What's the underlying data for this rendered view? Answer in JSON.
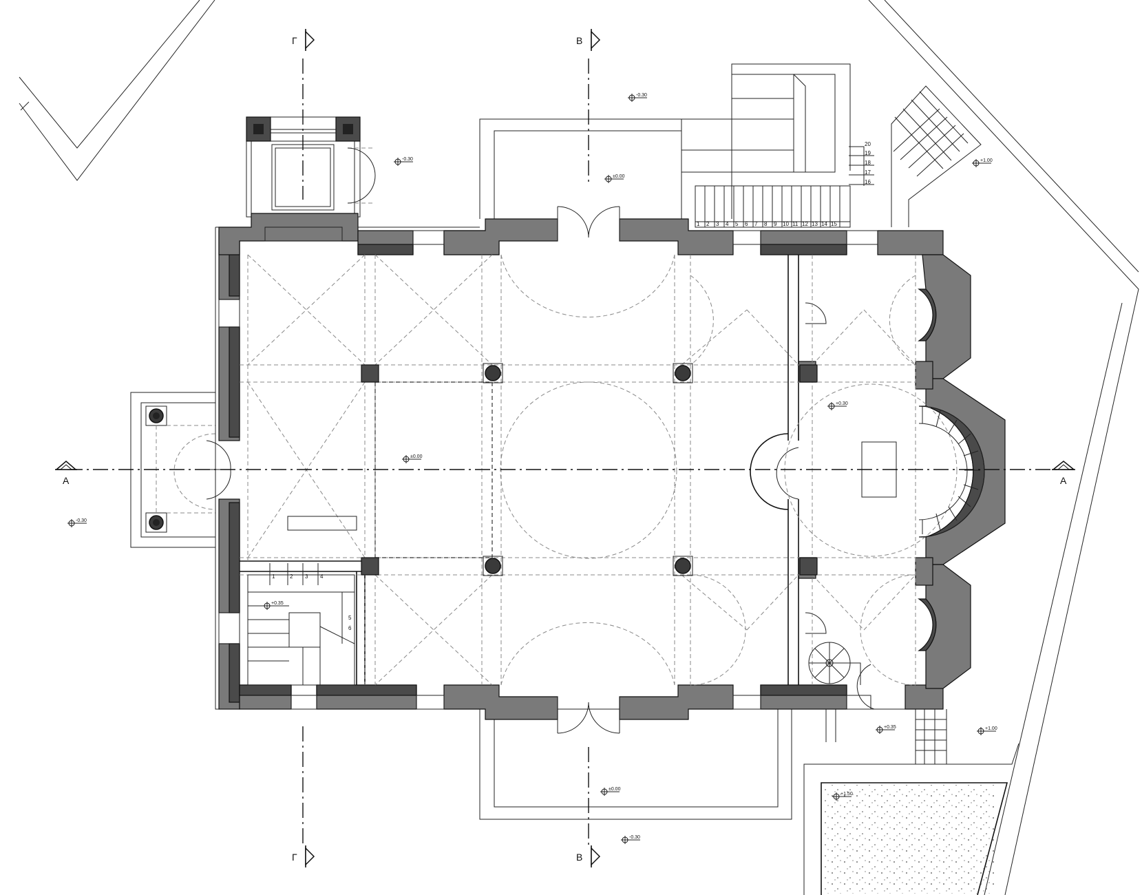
{
  "sections": {
    "a_left": "A",
    "a_right": "A",
    "g_top": "Г",
    "g_bottom": "Г",
    "v_top": "В",
    "v_bottom": "В"
  },
  "levels": [
    {
      "id": "lvl-top-minus030",
      "text": "-0.30"
    },
    {
      "id": "lvl-porch-minus030",
      "text": "-0.30"
    },
    {
      "id": "lvl-north-000",
      "text": "±0.00"
    },
    {
      "id": "lvl-east-100",
      "text": "+1.00"
    },
    {
      "id": "lvl-nave-000",
      "text": "±0.00"
    },
    {
      "id": "lvl-altar-030",
      "text": "+0.30"
    },
    {
      "id": "lvl-west-minus030",
      "text": "-0.30"
    },
    {
      "id": "lvl-stair-035",
      "text": "+0.35"
    },
    {
      "id": "lvl-side-035",
      "text": "+0.35"
    },
    {
      "id": "lvl-se-100",
      "text": "+1.00"
    },
    {
      "id": "lvl-south-000",
      "text": "±0.00"
    },
    {
      "id": "lvl-yard-150",
      "text": "+1.50"
    },
    {
      "id": "lvl-bottom-minus030",
      "text": "-0.30"
    }
  ],
  "stair_north_treads": [
    "1",
    "2",
    "3",
    "4",
    "5",
    "6",
    "7",
    "8",
    "9",
    "10",
    "11",
    "12",
    "13",
    "14",
    "15"
  ],
  "stair_north_landing": [
    "20",
    "19",
    "18",
    "17",
    "16"
  ],
  "stair_inner_treads": [
    "1",
    "2",
    "3",
    "4"
  ],
  "stair_inner_side": [
    "5",
    "6"
  ]
}
